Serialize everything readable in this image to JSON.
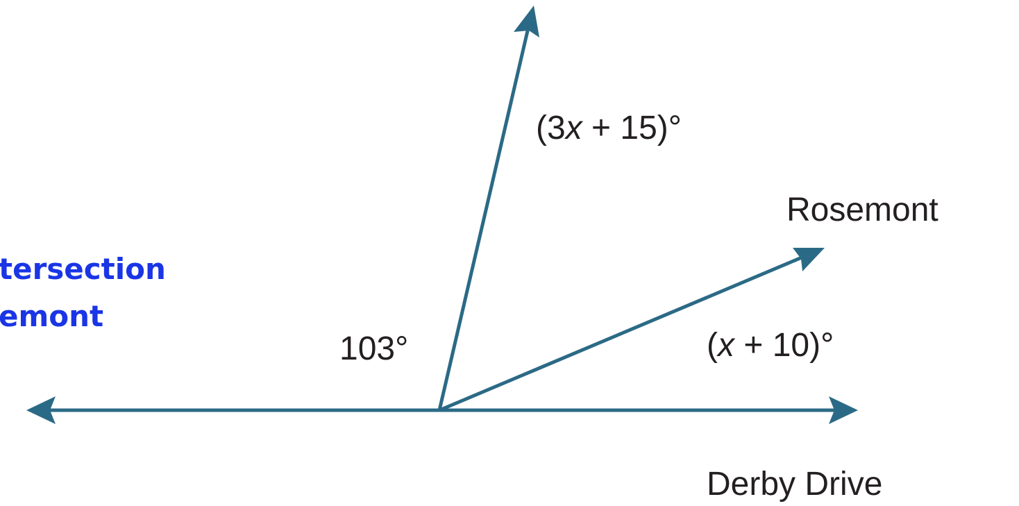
{
  "caption": {
    "line1": "tersection",
    "line2": "emont"
  },
  "diagram": {
    "angle_left": "103°",
    "angle_upper_num": "(3",
    "angle_upper_var": "x",
    "angle_upper_rest": " + 15)°",
    "angle_lower_open": "(",
    "angle_lower_var": "x",
    "angle_lower_rest": " + 10)°",
    "label_rosemont": "Rosemont",
    "label_derby": "Derby Drive",
    "line_color": "#2b6a86",
    "caption_color": "#1a35e6"
  }
}
